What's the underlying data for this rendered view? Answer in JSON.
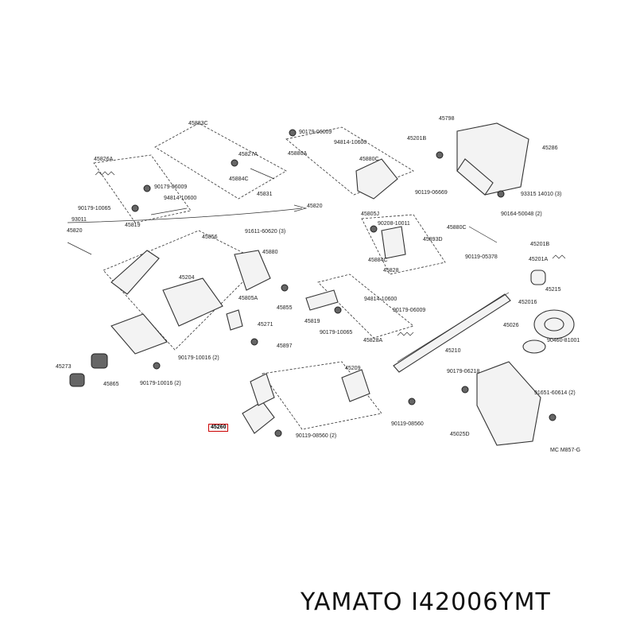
{
  "labels": [
    {
      "id": "l45883c",
      "text": "45883C"
    },
    {
      "id": "l90179a",
      "text": "90179-06009"
    },
    {
      "id": "l94814a",
      "text": "94814-10600"
    },
    {
      "id": "l45880a",
      "text": "45880A"
    },
    {
      "id": "l45880c",
      "text": "45880C"
    },
    {
      "id": "l45798",
      "text": "45798"
    },
    {
      "id": "l45201b",
      "text": "45201B"
    },
    {
      "id": "l45286",
      "text": "45286"
    },
    {
      "id": "l45826a",
      "text": "45826A"
    },
    {
      "id": "l45827a",
      "text": "45827A"
    },
    {
      "id": "l45884c",
      "text": "45884C"
    },
    {
      "id": "l45831",
      "text": "45831"
    },
    {
      "id": "l90179b",
      "text": "90179-06009"
    },
    {
      "id": "l94814b",
      "text": "94814-10600"
    },
    {
      "id": "l90179c",
      "text": "90179-10065"
    },
    {
      "id": "l93011",
      "text": "93011"
    },
    {
      "id": "l45820a",
      "text": "45820"
    },
    {
      "id": "l45819a",
      "text": "45819"
    },
    {
      "id": "l45820b",
      "text": "45820"
    },
    {
      "id": "l91611",
      "text": "91611-60620 (3)"
    },
    {
      "id": "l45856",
      "text": "45856"
    },
    {
      "id": "l45880b",
      "text": "45880"
    },
    {
      "id": "l45805j",
      "text": "45805J"
    },
    {
      "id": "l90208",
      "text": "90208-10011"
    },
    {
      "id": "l90119a",
      "text": "90119-06669"
    },
    {
      "id": "l93315",
      "text": "93315 14010 (3)"
    },
    {
      "id": "l90164",
      "text": "90164-50048 (2)"
    },
    {
      "id": "l45880cb",
      "text": "45880C"
    },
    {
      "id": "l45893d",
      "text": "45893D"
    },
    {
      "id": "l90119b",
      "text": "90119-05378"
    },
    {
      "id": "l45884cb",
      "text": "45884C"
    },
    {
      "id": "l45828",
      "text": "45828"
    },
    {
      "id": "l45201a",
      "text": "45201A"
    },
    {
      "id": "l45201b2",
      "text": "45201B"
    },
    {
      "id": "l45215",
      "text": "45215"
    },
    {
      "id": "l45201c",
      "text": "452016"
    },
    {
      "id": "l45204",
      "text": "45204"
    },
    {
      "id": "l45805a",
      "text": "45805A"
    },
    {
      "id": "l45855",
      "text": "45855"
    },
    {
      "id": "l94814c",
      "text": "94814-10600"
    },
    {
      "id": "l90179d",
      "text": "90179-06009"
    },
    {
      "id": "l45026",
      "text": "45026"
    },
    {
      "id": "l45819b",
      "text": "45819"
    },
    {
      "id": "l45271",
      "text": "45271"
    },
    {
      "id": "l90179e",
      "text": "90179-10065"
    },
    {
      "id": "l45828a",
      "text": "45828A"
    },
    {
      "id": "l45210",
      "text": "45210"
    },
    {
      "id": "l90460",
      "text": "90460-81001"
    },
    {
      "id": "l45897",
      "text": "45897"
    },
    {
      "id": "l90179f",
      "text": "90179-10016 (2)"
    },
    {
      "id": "l45273",
      "text": "45273"
    },
    {
      "id": "l45209",
      "text": "45209"
    },
    {
      "id": "l90179g",
      "text": "90179-06218"
    },
    {
      "id": "l45865",
      "text": "45865"
    },
    {
      "id": "l90179h",
      "text": "90179-10016 (2)"
    },
    {
      "id": "l91651",
      "text": "91651-60614 (2)"
    },
    {
      "id": "l90119c",
      "text": "90119-08560"
    },
    {
      "id": "l45025d",
      "text": "45025D"
    },
    {
      "id": "l90119d",
      "text": "90119-08560 (2)"
    }
  ],
  "highlight": {
    "text": "45260"
  },
  "diagram_code": "MC M857-G",
  "brand": "YAMATO I42006YMT"
}
